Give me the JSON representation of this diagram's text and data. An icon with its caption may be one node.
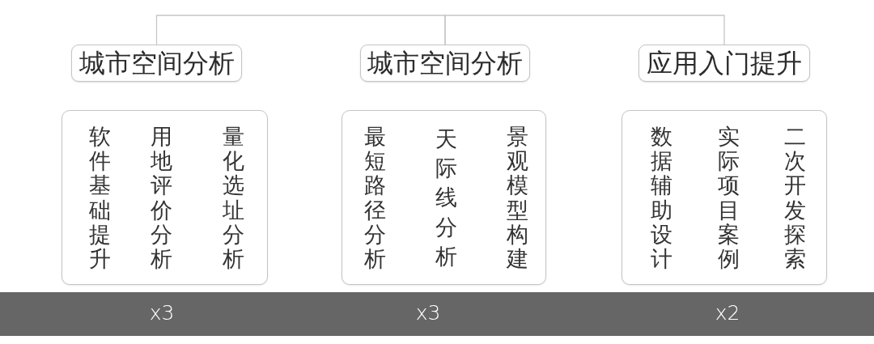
{
  "diagram": {
    "nodes": [
      {
        "text": [
          "城市空间分析"
        ]
      },
      {
        "text": [
          "城市空间分析"
        ]
      },
      {
        "text": [
          "应用入门提升"
        ]
      },
      {
        "text": [
          "软件基础提升",
          "用地评价分析",
          "量化选址分析"
        ]
      },
      {
        "text": [
          "最短路径分析",
          "天际线分析",
          "景观模型构建"
        ]
      },
      {
        "text": [
          "数据辅助设计",
          "实际项目案例",
          "二次开发探索"
        ]
      },
      {
        "text": [
          "x3",
          "x3",
          "x2"
        ]
      }
    ],
    "edges": [
      {
        "from": 0,
        "to": 1,
        "arrow": "none"
      },
      {
        "from": 1,
        "to": 2,
        "arrow": "none"
      }
    ]
  }
}
